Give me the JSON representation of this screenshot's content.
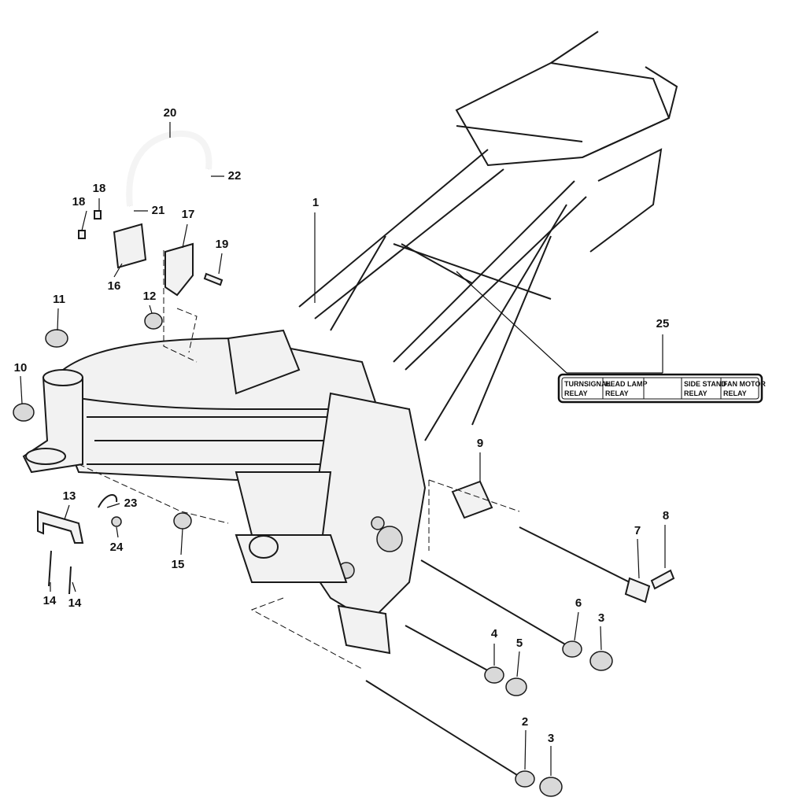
{
  "callouts": [
    {
      "id": "1",
      "label": "1"
    },
    {
      "id": "2",
      "label": "2"
    },
    {
      "id": "3a",
      "label": "3"
    },
    {
      "id": "3b",
      "label": "3"
    },
    {
      "id": "4",
      "label": "4"
    },
    {
      "id": "5",
      "label": "5"
    },
    {
      "id": "6",
      "label": "6"
    },
    {
      "id": "7",
      "label": "7"
    },
    {
      "id": "8",
      "label": "8"
    },
    {
      "id": "9",
      "label": "9"
    },
    {
      "id": "10",
      "label": "10"
    },
    {
      "id": "11",
      "label": "11"
    },
    {
      "id": "12",
      "label": "12"
    },
    {
      "id": "13",
      "label": "13"
    },
    {
      "id": "14a",
      "label": "14"
    },
    {
      "id": "14b",
      "label": "14"
    },
    {
      "id": "15",
      "label": "15"
    },
    {
      "id": "16",
      "label": "16"
    },
    {
      "id": "17",
      "label": "17"
    },
    {
      "id": "18a",
      "label": "18"
    },
    {
      "id": "18b",
      "label": "18"
    },
    {
      "id": "19",
      "label": "19"
    },
    {
      "id": "20",
      "label": "20"
    },
    {
      "id": "21",
      "label": "21"
    },
    {
      "id": "22",
      "label": "22"
    },
    {
      "id": "23",
      "label": "23"
    },
    {
      "id": "24",
      "label": "24"
    },
    {
      "id": "25",
      "label": "25"
    }
  ],
  "relay_label": {
    "cells": [
      {
        "line1": "TURNSIGNAL",
        "line2": "RELAY"
      },
      {
        "line1": "HEAD LAMP",
        "line2": "RELAY"
      },
      {
        "line1": "",
        "line2": ""
      },
      {
        "line1": "SIDE STAND",
        "line2": "RELAY"
      },
      {
        "line1": "FAN MOTOR",
        "line2": "RELAY"
      }
    ]
  }
}
